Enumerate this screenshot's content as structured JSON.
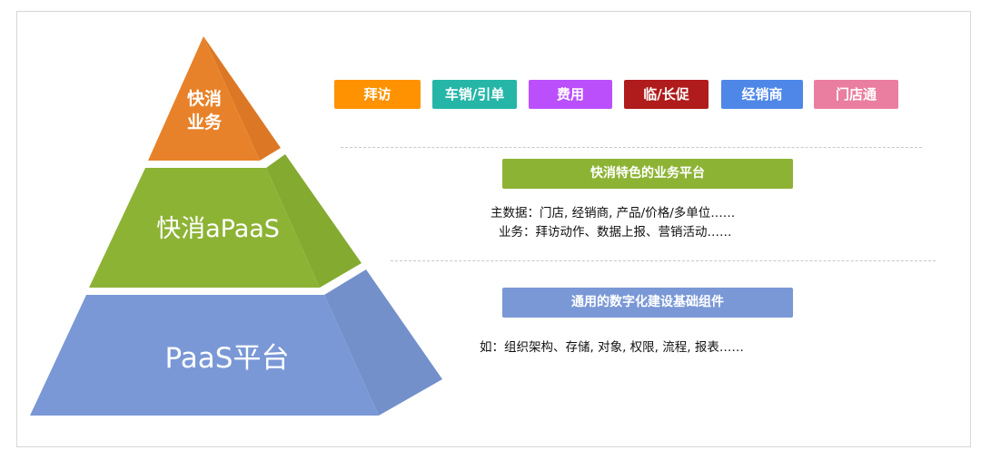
{
  "pyramid": {
    "top": {
      "line1": "快消",
      "line2": "业务",
      "front": "#e8822a",
      "side": "#dc7825"
    },
    "middle": {
      "label": "快消aPaaS",
      "front": "#8db335",
      "side": "#84aa30"
    },
    "bottom": {
      "label": "PaaS平台",
      "front": "#7a98d6",
      "side": "#7390cb"
    }
  },
  "tags": [
    {
      "label": "拜访",
      "color": "#fe9200"
    },
    {
      "label": "车销/引单",
      "color": "#26b6a8"
    },
    {
      "label": "费用",
      "color": "#bb4ffc"
    },
    {
      "label": "临/长促",
      "color": "#b01b1b"
    },
    {
      "label": "经销商",
      "color": "#4e87e8"
    },
    {
      "label": "门店通",
      "color": "#ea7ea0"
    }
  ],
  "middle_section": {
    "banner": "快消特色的业务平台",
    "banner_color": "#8db335",
    "line1": "主数据：门店, 经销商, 产品/价格/多单位……",
    "line2": "业务：拜访动作、数据上报、营销活动……"
  },
  "bottom_section": {
    "banner": "通用的数字化建设基础组件",
    "banner_color": "#7a98d6",
    "line1": "如：组织架构、存储, 对象, 权限, 流程, 报表……"
  }
}
